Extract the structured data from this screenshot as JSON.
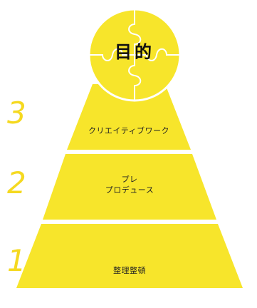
{
  "colors": {
    "fill": "#f7e52b",
    "number": "#f5d920",
    "text": "#222222",
    "stroke": "#ffffff"
  },
  "top": {
    "title": "目的",
    "icon": "puzzle-circle-icon"
  },
  "levels": [
    {
      "number": "3",
      "label": "クリエイティブワーク"
    },
    {
      "number": "2",
      "label_line1": "プレ",
      "label_line2": "プロデュース"
    },
    {
      "number": "1",
      "label": "整理整頓"
    }
  ]
}
